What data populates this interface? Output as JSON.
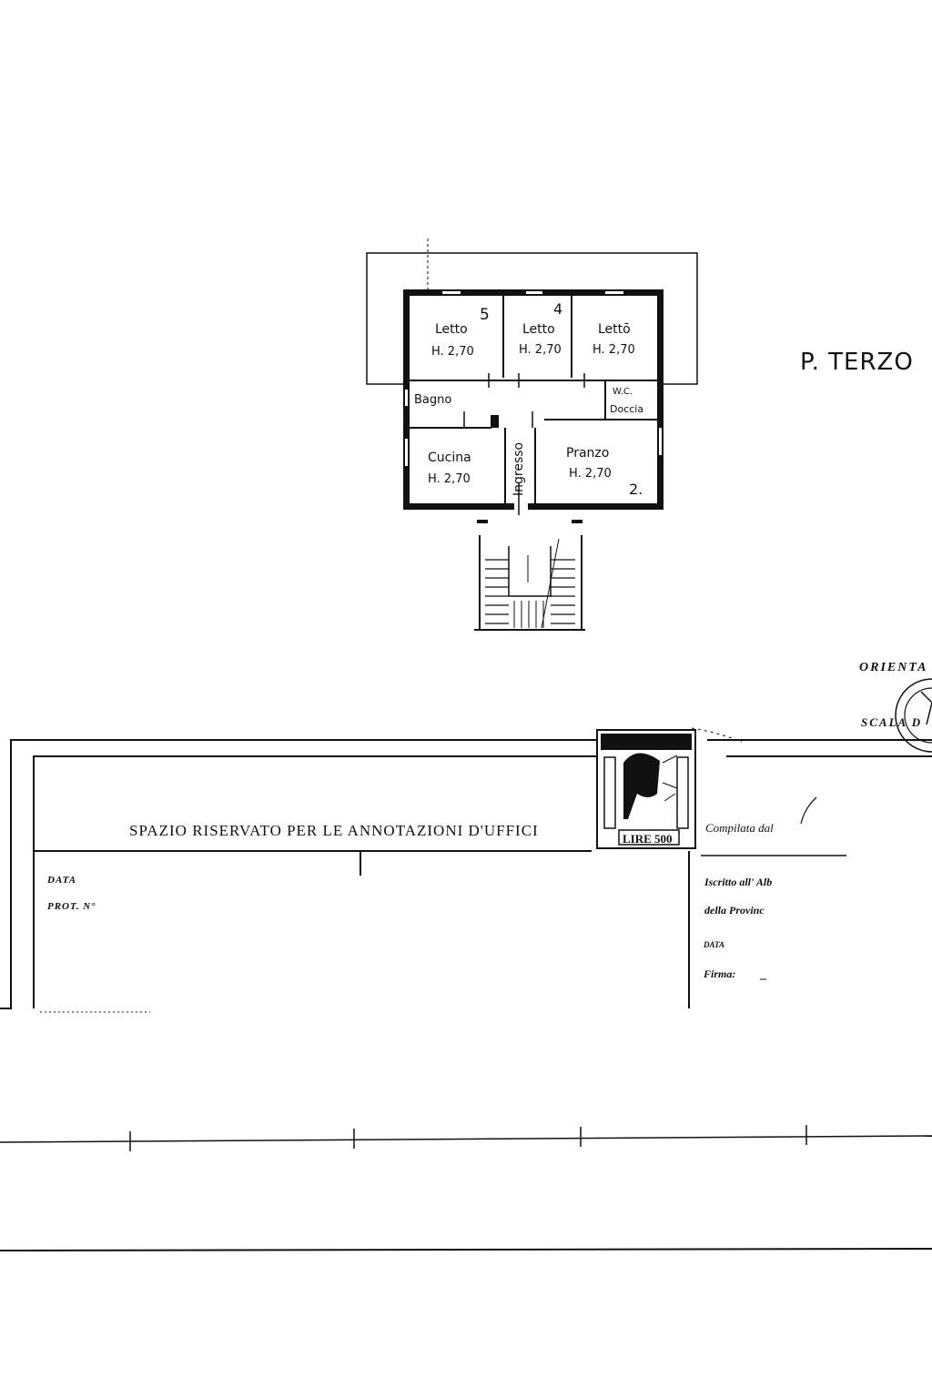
{
  "floor_label": "P. TERZO",
  "rooms": [
    {
      "id": "letto-5",
      "name": "Letto",
      "height": "H. 2,70",
      "number": "5"
    },
    {
      "id": "letto-4",
      "name": "Letto",
      "height": "H. 2,70",
      "number": "4"
    },
    {
      "id": "letto-3",
      "name": "Lettō",
      "height": "H. 2,70"
    },
    {
      "id": "bagno",
      "name": "Bagno"
    },
    {
      "id": "wc",
      "name": "W.C.",
      "sub": "Doccia"
    },
    {
      "id": "cucina",
      "name": "Cucina",
      "height": "H. 2,70"
    },
    {
      "id": "ingresso",
      "name": "Ingresso"
    },
    {
      "id": "pranzo",
      "name": "Pranzo",
      "height": "H. 2,70",
      "number": "2."
    }
  ],
  "orientation_label": "ORIENTA",
  "scale_label": "SCALA D",
  "office_box": {
    "title": "SPAZIO RISERVATO PER LE ANNOTAZIONI D'UFFICI",
    "data_label": "DATA",
    "prot_label": "PROT. N°"
  },
  "stamp": {
    "value": "LIRE 500"
  },
  "compiler_box": {
    "compiled_by": "Compilata dal",
    "registered": "Iscritto all' Alb",
    "province": "della Provinc",
    "date_label": "DATA",
    "signature_label": "Firma:"
  }
}
